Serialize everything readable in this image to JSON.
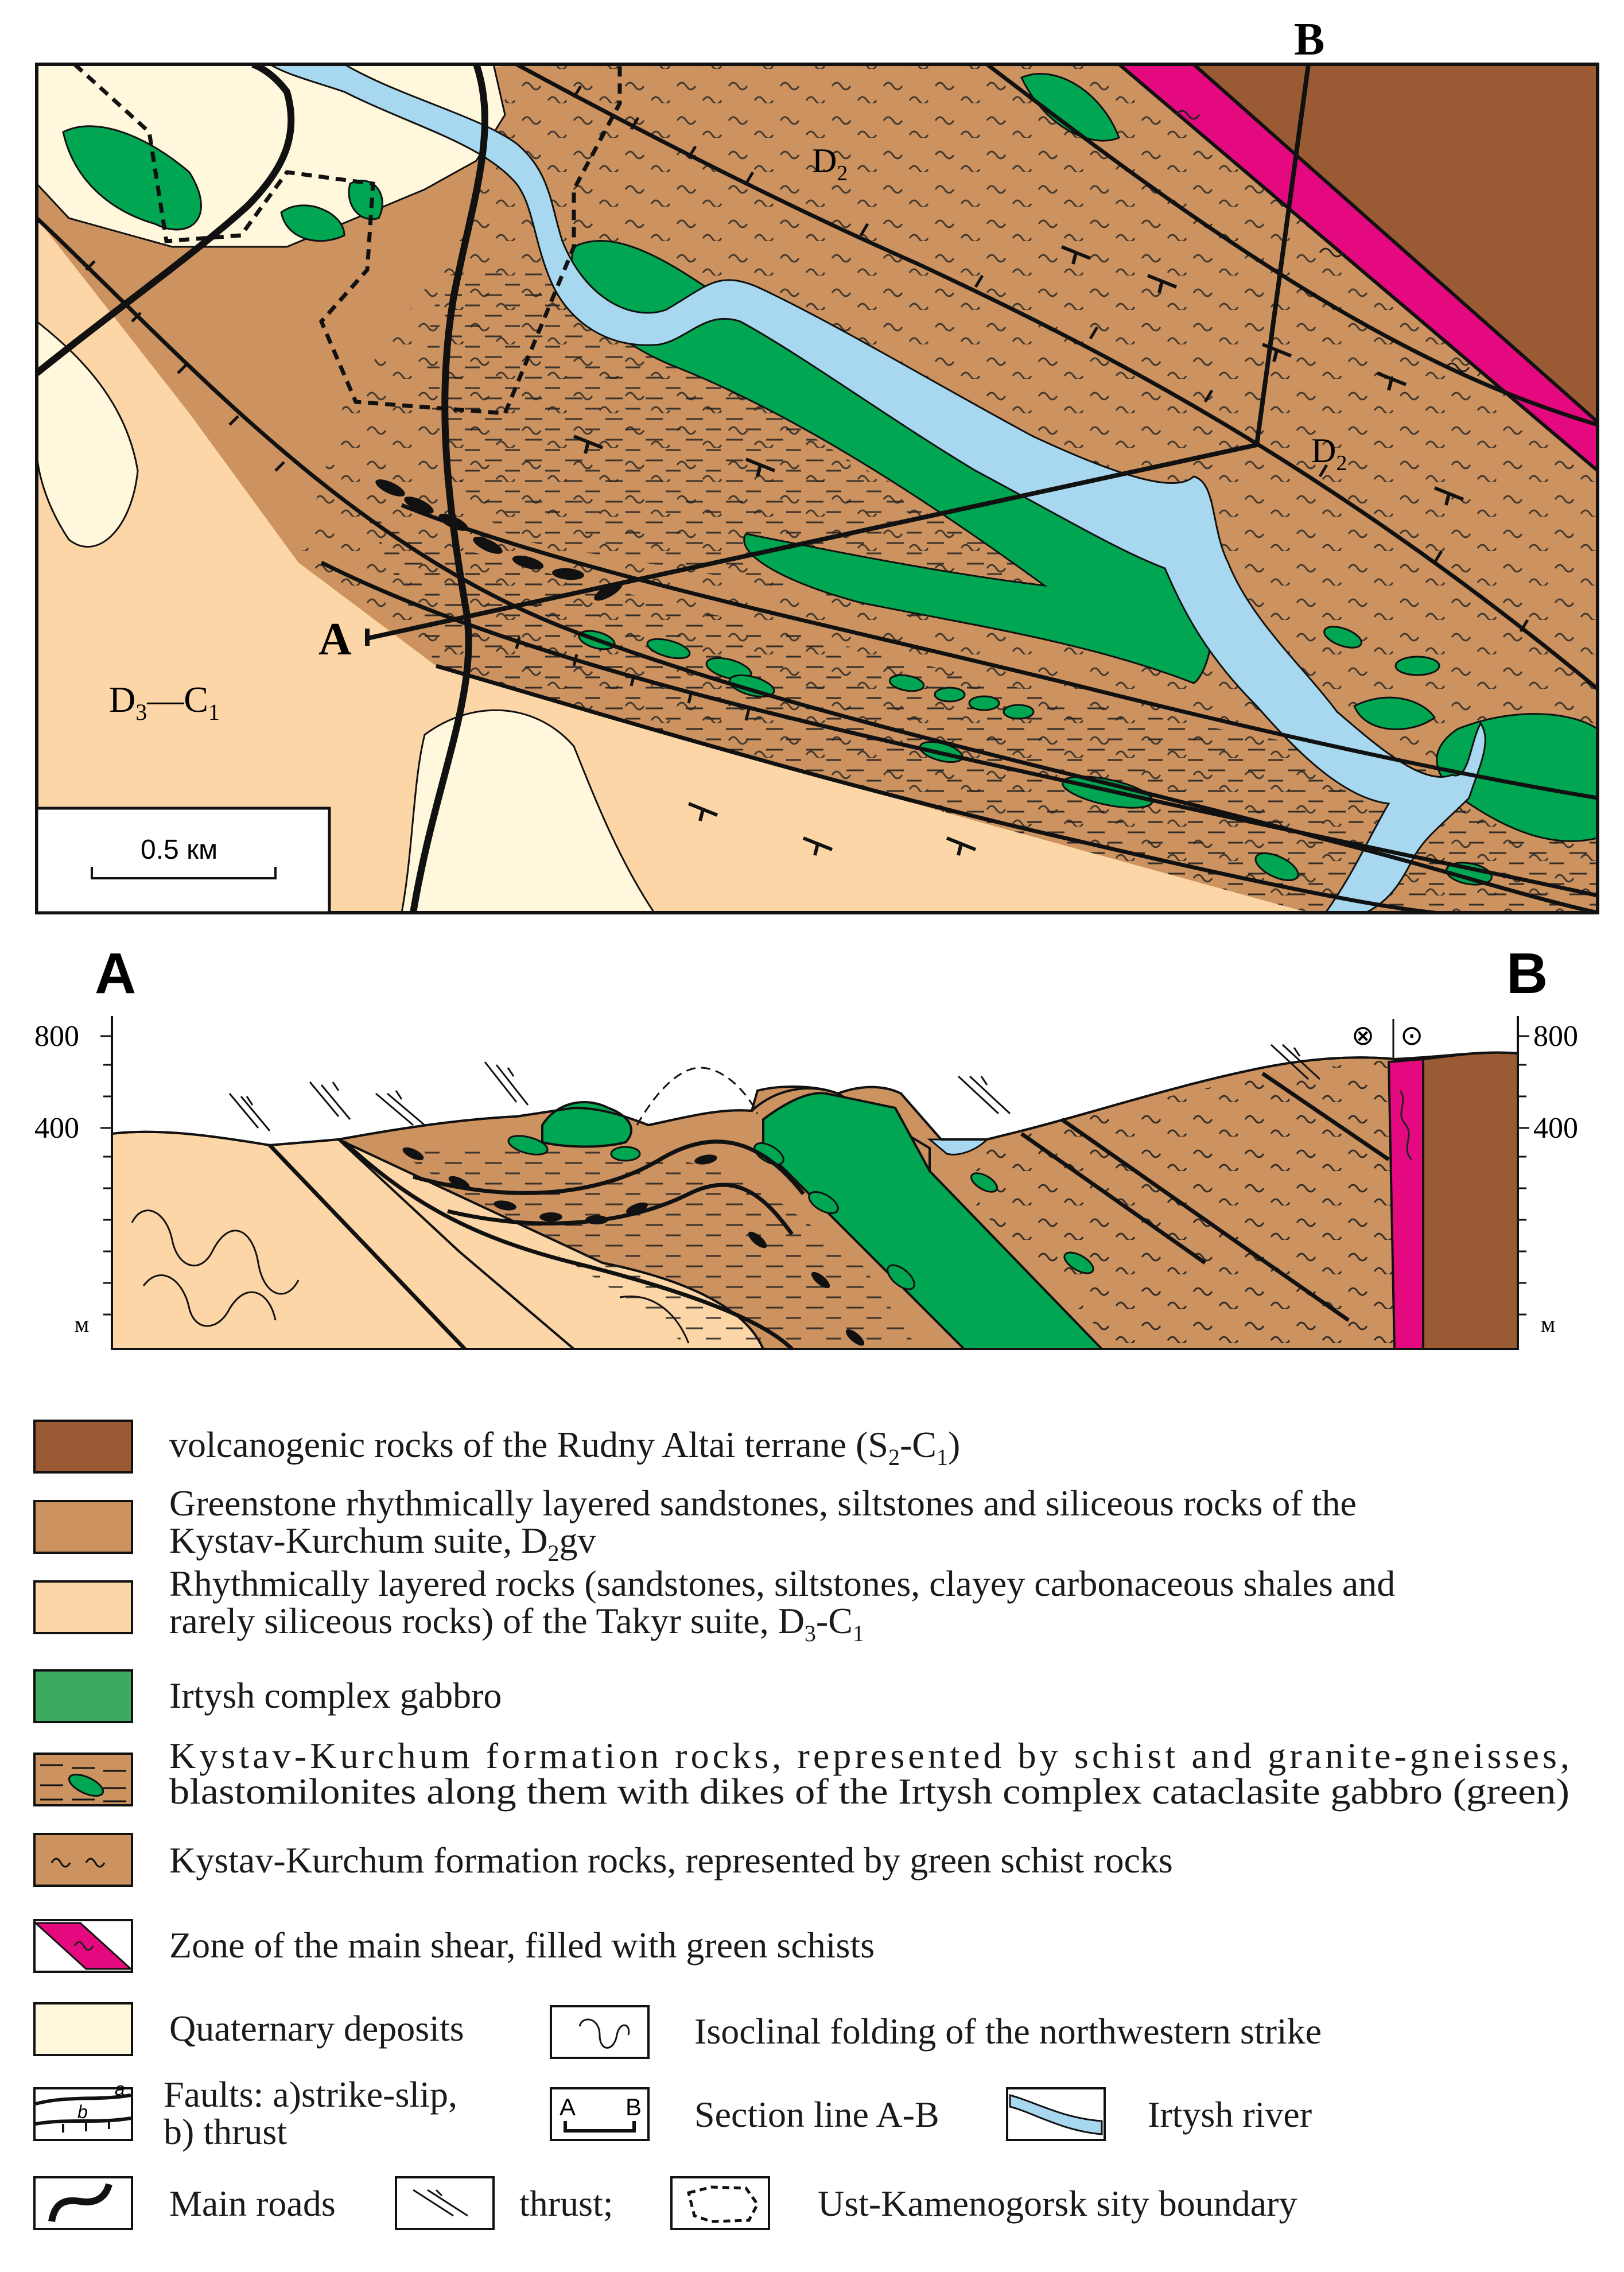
{
  "colors": {
    "volcanic": "#9a5a33",
    "kystav": "#cc9360",
    "takyr": "#fcd6a6",
    "gabbro": "#00a651",
    "shear": "#e4097e",
    "quaternary": "#fff8dc",
    "river": "#a8d8ef",
    "line": "#111111"
  },
  "map": {
    "label_b": "B",
    "label_a": "A",
    "unit_d2_upper": "D",
    "unit_d2_upper_sub": "2",
    "unit_d2_right": "D",
    "unit_d2_right_sub": "2",
    "unit_d3_a": "D",
    "unit_d3_a_sub": "3",
    "unit_d3_dash": "—C",
    "unit_d3_b_sub": "1",
    "scale_label": "0.5 км"
  },
  "section": {
    "label_a": "A",
    "label_b": "B",
    "tick_800_left": "800",
    "tick_400_left": "400",
    "tick_800_right": "800",
    "tick_400_right": "400",
    "unit_left": "м",
    "unit_right": "м",
    "symbol_into": "⊗",
    "symbol_out": "⊙"
  },
  "legend": {
    "items": [
      {
        "line1": "volcanogenic rocks of the Rudny Altai terrane (S",
        "line1_sub": "2",
        "line1_tail": "-C",
        "line1_sub2": "1",
        "line1_end": ")"
      },
      {
        "line1": "Greenstone rhythmically layered sandstones, siltstones and siliceous rocks of the",
        "line2": "Kystav-Kurchum suite, D",
        "line2_sub": "2",
        "line2_tail": "gv"
      },
      {
        "line1": "Rhythmically layered rocks (sandstones, siltstones, clayey carbonaceous shales and",
        "line2": "rarely siliceous rocks) of the Takyr suite, D",
        "line2_sub": "3",
        "line2_tail": "-C",
        "line2_sub2": "1"
      },
      {
        "line1": "Irtysh complex gabbro"
      },
      {
        "line1": "Kystav-Kurchum formation rocks, represented by schist and granite-gneisses,",
        "line2": "blastomilonites along them with dikes of the Irtysh complex cataclasite gabbro (green)"
      },
      {
        "line1": "Kystav-Kurchum formation rocks, represented by green schist rocks"
      },
      {
        "line1": "Zone of the main shear, filled with green schists"
      }
    ],
    "quaternary": "Quaternary deposits",
    "isoclinal": "Isoclinal folding of the northwestern strike",
    "faults_1": "Faults: a)strike-slip,",
    "faults_2": "b) thrust",
    "fault_a": "a",
    "fault_b": "b",
    "section_line": "Section line A-B",
    "section_a": "A",
    "section_b": "B",
    "river": "Irtysh river",
    "roads": "Main roads",
    "thrust": "thrust;",
    "boundary": "Ust-Kamenogorsk sity boundary"
  }
}
